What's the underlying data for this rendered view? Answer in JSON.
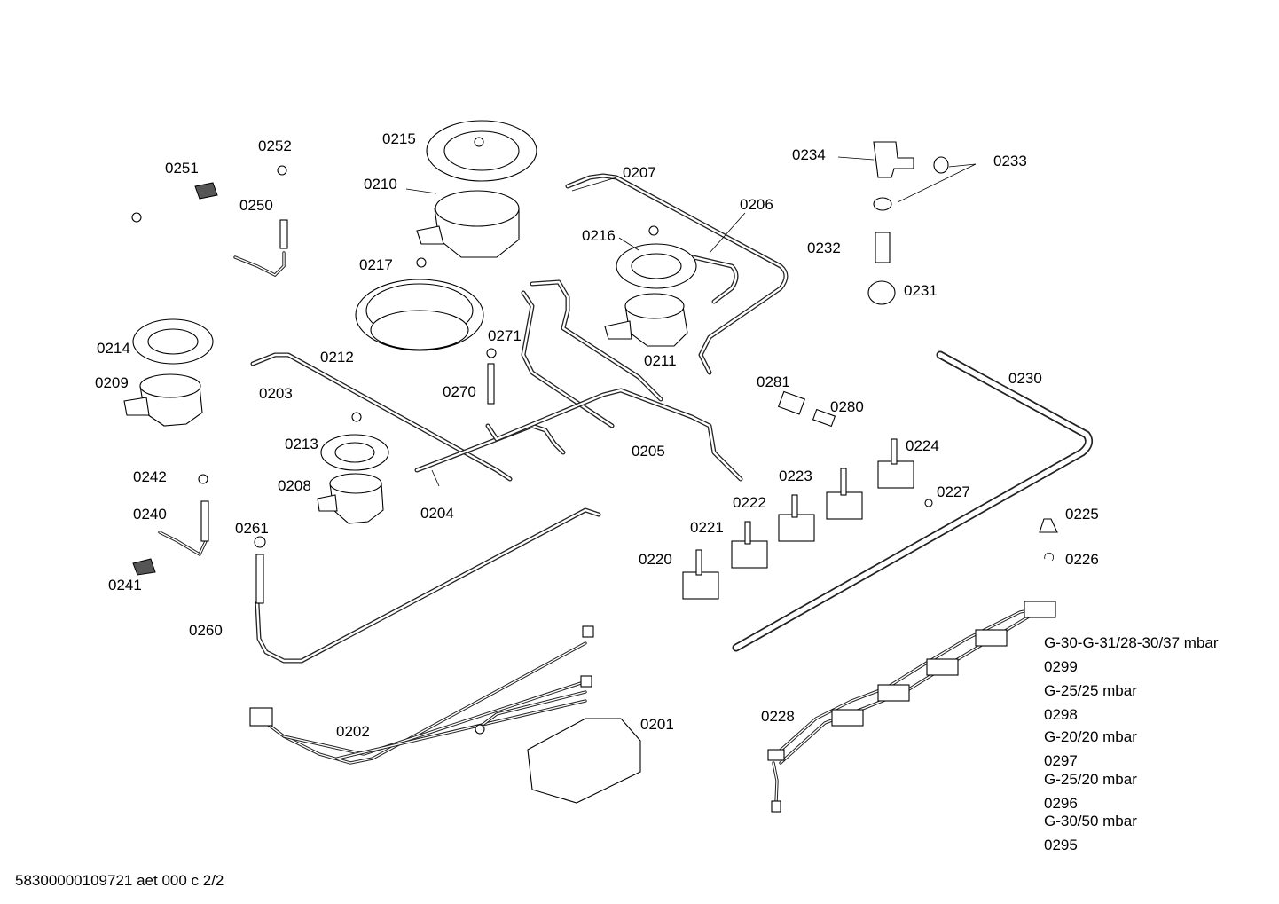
{
  "parts": [
    {
      "id": "p0215",
      "label": "0215"
    },
    {
      "id": "p0252",
      "label": "0252"
    },
    {
      "id": "p0251",
      "label": "0251"
    },
    {
      "id": "p0210",
      "label": "0210"
    },
    {
      "id": "p0207",
      "label": "0207"
    },
    {
      "id": "p0250",
      "label": "0250"
    },
    {
      "id": "p0206",
      "label": "0206"
    },
    {
      "id": "p0216",
      "label": "0216"
    },
    {
      "id": "p0217",
      "label": "0217"
    },
    {
      "id": "p0271",
      "label": "0271"
    },
    {
      "id": "p0214",
      "label": "0214"
    },
    {
      "id": "p0212",
      "label": "0212"
    },
    {
      "id": "p0211",
      "label": "0211"
    },
    {
      "id": "p0209",
      "label": "0209"
    },
    {
      "id": "p0203",
      "label": "0203"
    },
    {
      "id": "p0270",
      "label": "0270"
    },
    {
      "id": "p0281",
      "label": "0281"
    },
    {
      "id": "p0280",
      "label": "0280"
    },
    {
      "id": "p0213",
      "label": "0213"
    },
    {
      "id": "p0205",
      "label": "0205"
    },
    {
      "id": "p0224",
      "label": "0224"
    },
    {
      "id": "p0242",
      "label": "0242"
    },
    {
      "id": "p0208",
      "label": "0208"
    },
    {
      "id": "p0223",
      "label": "0223"
    },
    {
      "id": "p0227",
      "label": "0227"
    },
    {
      "id": "p0204",
      "label": "0204"
    },
    {
      "id": "p0222",
      "label": "0222"
    },
    {
      "id": "p0240",
      "label": "0240"
    },
    {
      "id": "p0225",
      "label": "0225"
    },
    {
      "id": "p0261",
      "label": "0261"
    },
    {
      "id": "p0221",
      "label": "0221"
    },
    {
      "id": "p0226",
      "label": "0226"
    },
    {
      "id": "p0220",
      "label": "0220"
    },
    {
      "id": "p0241",
      "label": "0241"
    },
    {
      "id": "p0260",
      "label": "0260"
    },
    {
      "id": "p0234",
      "label": "0234"
    },
    {
      "id": "p0233",
      "label": "0233"
    },
    {
      "id": "p0232",
      "label": "0232"
    },
    {
      "id": "p0231",
      "label": "0231"
    },
    {
      "id": "p0230",
      "label": "0230"
    },
    {
      "id": "p0228",
      "label": "0228"
    },
    {
      "id": "p0202",
      "label": "0202"
    },
    {
      "id": "p0201",
      "label": "0201"
    }
  ],
  "legend": [
    {
      "text": "G-30-G-31/28-30/37 mbar"
    },
    {
      "text": "0299"
    },
    {
      "text": "G-25/25 mbar"
    },
    {
      "text": "0298"
    },
    {
      "text": "G-20/20 mbar"
    },
    {
      "text": "0297"
    },
    {
      "text": "G-25/20 mbar"
    },
    {
      "text": "0296"
    },
    {
      "text": "G-30/50 mbar"
    },
    {
      "text": "0295"
    }
  ],
  "footer": {
    "text": "58300000109721 aet 000 c 2/2"
  }
}
